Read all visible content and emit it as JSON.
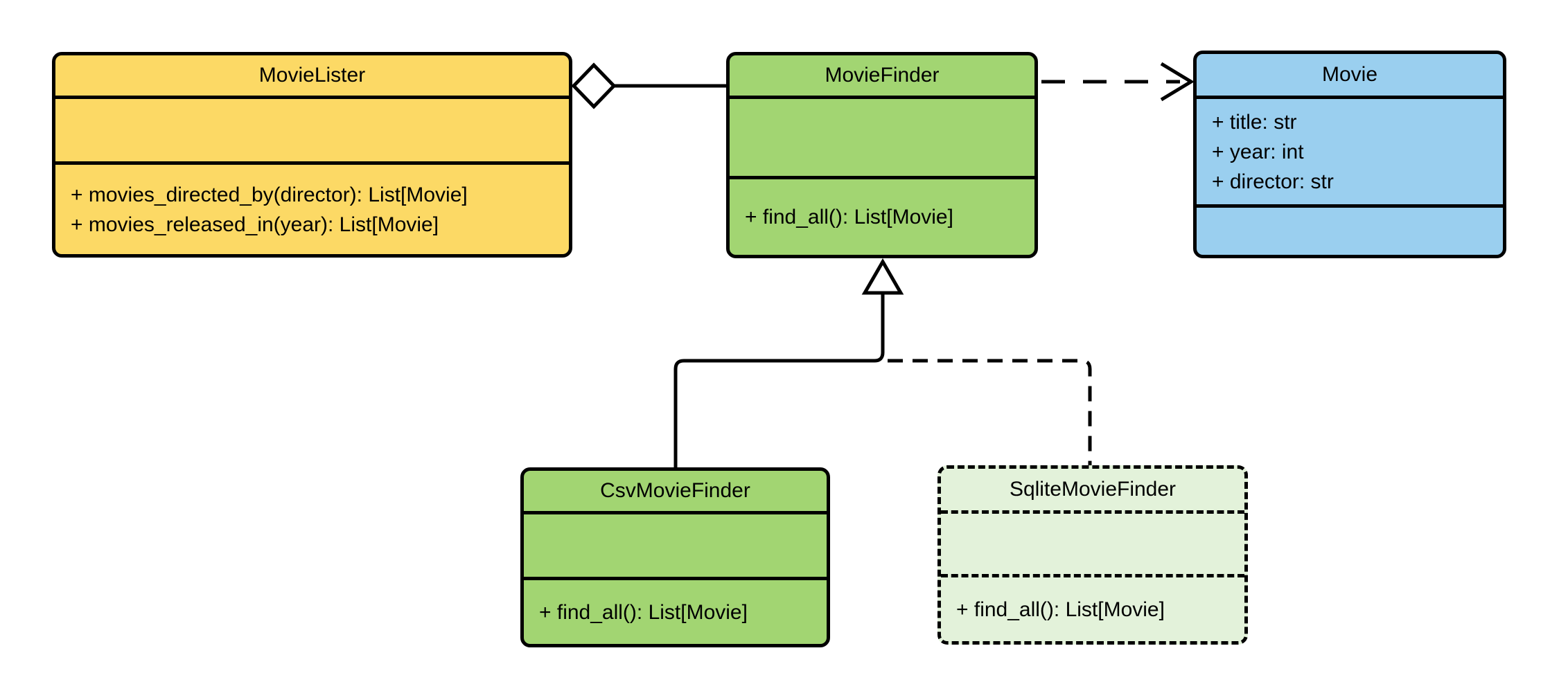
{
  "diagram": {
    "type": "uml-class-diagram",
    "background": "#FFFFFF",
    "stroke_color": "#000000",
    "classes": [
      {
        "name": "MovieLister",
        "fill": "#FCD965",
        "border_style": "solid",
        "attributes": [],
        "methods": [
          "+ movies_directed_by(director): List[Movie]",
          "+ movies_released_in(year): List[Movie]"
        ]
      },
      {
        "name": "MovieFinder",
        "fill": "#A2D572",
        "border_style": "solid",
        "attributes": [],
        "methods": [
          "+ find_all(): List[Movie]"
        ]
      },
      {
        "name": "Movie",
        "fill": "#9ACFEF",
        "border_style": "solid",
        "attributes": [
          "+ title: str",
          "+ year: int",
          "+ director: str"
        ],
        "methods": []
      },
      {
        "name": "CsvMovieFinder",
        "fill": "#A2D572",
        "border_style": "solid",
        "attributes": [],
        "methods": [
          "+ find_all(): List[Movie]"
        ]
      },
      {
        "name": "SqliteMovieFinder",
        "fill": "#E3F2DA",
        "border_style": "dashed",
        "attributes": [],
        "methods": [
          "+ find_all(): List[Movie]"
        ]
      }
    ],
    "relationships": [
      {
        "type": "aggregation",
        "source": "MovieLister",
        "target": "MovieFinder",
        "line": "solid",
        "marker": "hollow-diamond-at-movielister"
      },
      {
        "type": "dependency",
        "source": "MovieFinder",
        "target": "Movie",
        "line": "dashed",
        "marker": "open-arrow-at-movie"
      },
      {
        "type": "generalization",
        "source": "CsvMovieFinder",
        "target": "MovieFinder",
        "line": "solid",
        "marker": "hollow-triangle-at-moviefinder"
      },
      {
        "type": "generalization",
        "source": "SqliteMovieFinder",
        "target": "MovieFinder",
        "line": "dashed",
        "marker": "hollow-triangle-at-moviefinder"
      }
    ]
  }
}
